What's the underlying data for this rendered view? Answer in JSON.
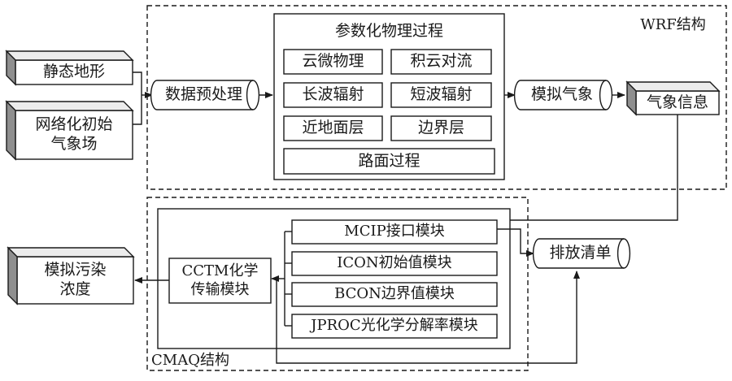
{
  "wrf": {
    "title": "WRF结构",
    "inputs": [
      "静态地形",
      "网络化初始\n气象场"
    ],
    "preprocess": "数据预处理",
    "physics": {
      "title": "参数化物理过程",
      "items": [
        "云微物理",
        "积云对流",
        "长波辐射",
        "短波辐射",
        "近地面层",
        "边界层"
      ],
      "road": "路面过程"
    },
    "simulation": "模拟气象",
    "output": "气象信息"
  },
  "cmaq": {
    "title": "CMAQ结构",
    "modules": [
      "MCIP接口模块",
      "ICON初始值模块",
      "BCON边界值模块",
      "JPROC光化学分解率模块"
    ],
    "cctm": "CCTM化学\n传输模块",
    "emission": "排放清单",
    "output": "模拟污染\n浓度"
  }
}
